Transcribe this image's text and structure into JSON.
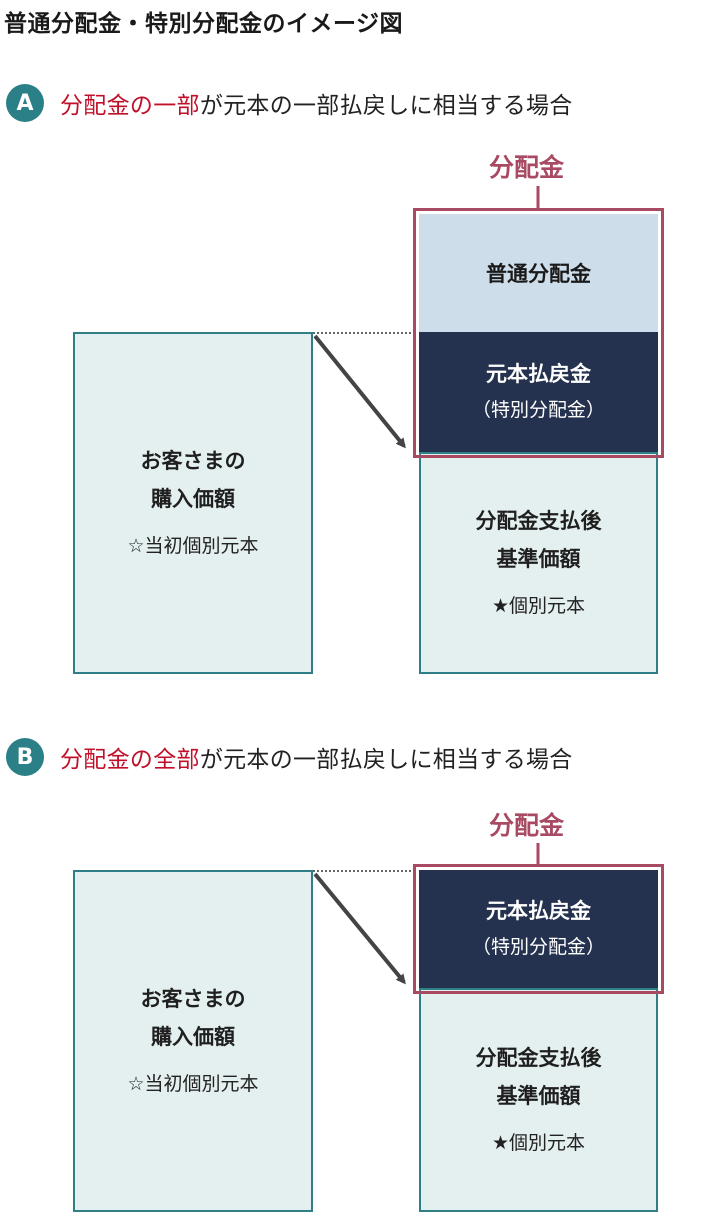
{
  "title": "普通分配金・特別分配金のイメージ図",
  "colors": {
    "accent_teal": "#2b7f86",
    "highlight_red": "#c0102a",
    "frame": "#a94a63",
    "dark_navy": "#25324f",
    "light_blue": "#cddeea",
    "box_fill": "#e4eff0"
  },
  "sectionA": {
    "badge": "A",
    "heading_highlight": "分配金の一部",
    "heading_rest": "が元本の一部払戻しに相当する場合",
    "distribution_label": "分配金",
    "ordinary_dist": "普通分配金",
    "principal_refund": "元本払戻金",
    "special_dist": "（特別分配金）",
    "purchase_line1": "お客さまの",
    "purchase_line2": "購入価額",
    "purchase_note": "☆当初個別元本",
    "after_line1": "分配金支払後",
    "after_line2": "基準価額",
    "after_note": "★個別元本"
  },
  "sectionB": {
    "badge": "B",
    "heading_highlight": "分配金の全部",
    "heading_rest": "が元本の一部払戻しに相当する場合",
    "distribution_label": "分配金",
    "principal_refund": "元本払戻金",
    "special_dist": "（特別分配金）",
    "purchase_line1": "お客さまの",
    "purchase_line2": "購入価額",
    "purchase_note": "☆当初個別元本",
    "after_line1": "分配金支払後",
    "after_line2": "基準価額",
    "after_note": "★個別元本"
  }
}
